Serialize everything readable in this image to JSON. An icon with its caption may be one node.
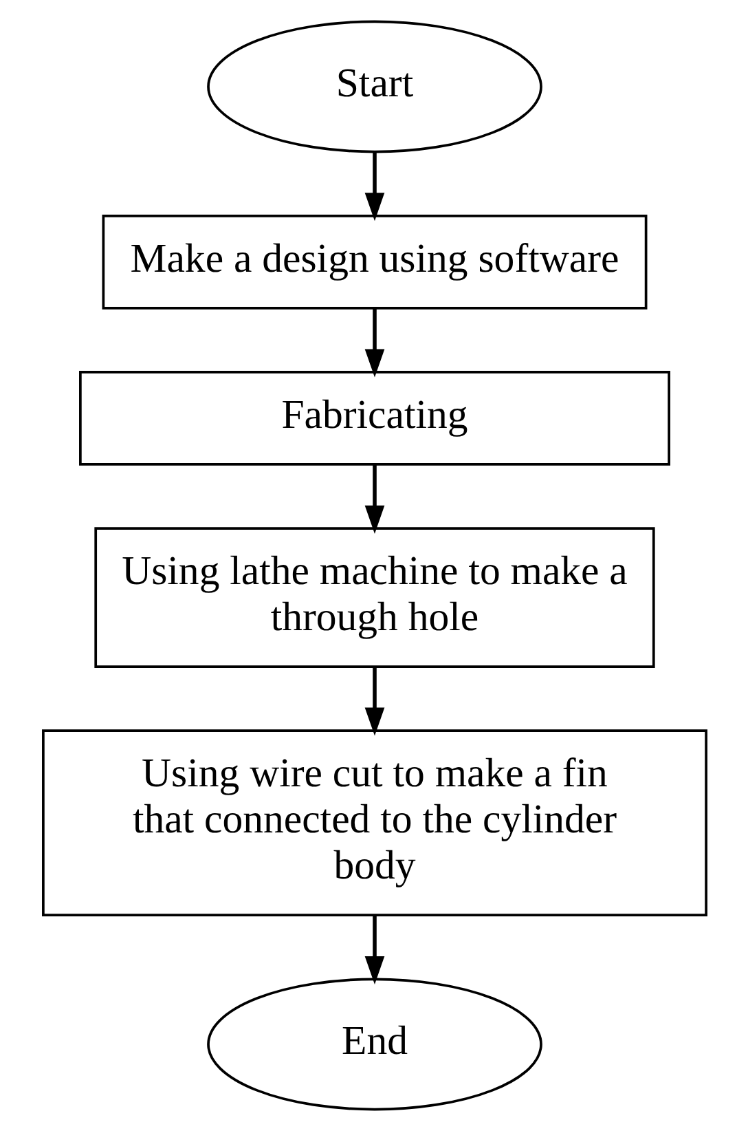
{
  "diagram": {
    "nodes": [
      {
        "text": [
          "Start"
        ]
      },
      {
        "text": [
          "Make a design using software"
        ]
      },
      {
        "text": [
          "Fabricating"
        ]
      },
      {
        "text": [
          "Using lathe machine to make a through hole"
        ]
      },
      {
        "text": [
          "Using wire cut to make a fin that connected to the cylinder body"
        ]
      },
      {
        "text": [
          "End"
        ]
      }
    ],
    "edges": [
      {
        "from": 0,
        "to": 1,
        "arrow": "to"
      },
      {
        "from": 1,
        "to": 2,
        "arrow": "to"
      },
      {
        "from": 2,
        "to": 3,
        "arrow": "to"
      },
      {
        "from": 3,
        "to": 4,
        "arrow": "to"
      },
      {
        "from": 4,
        "to": 5,
        "arrow": "to"
      }
    ]
  }
}
